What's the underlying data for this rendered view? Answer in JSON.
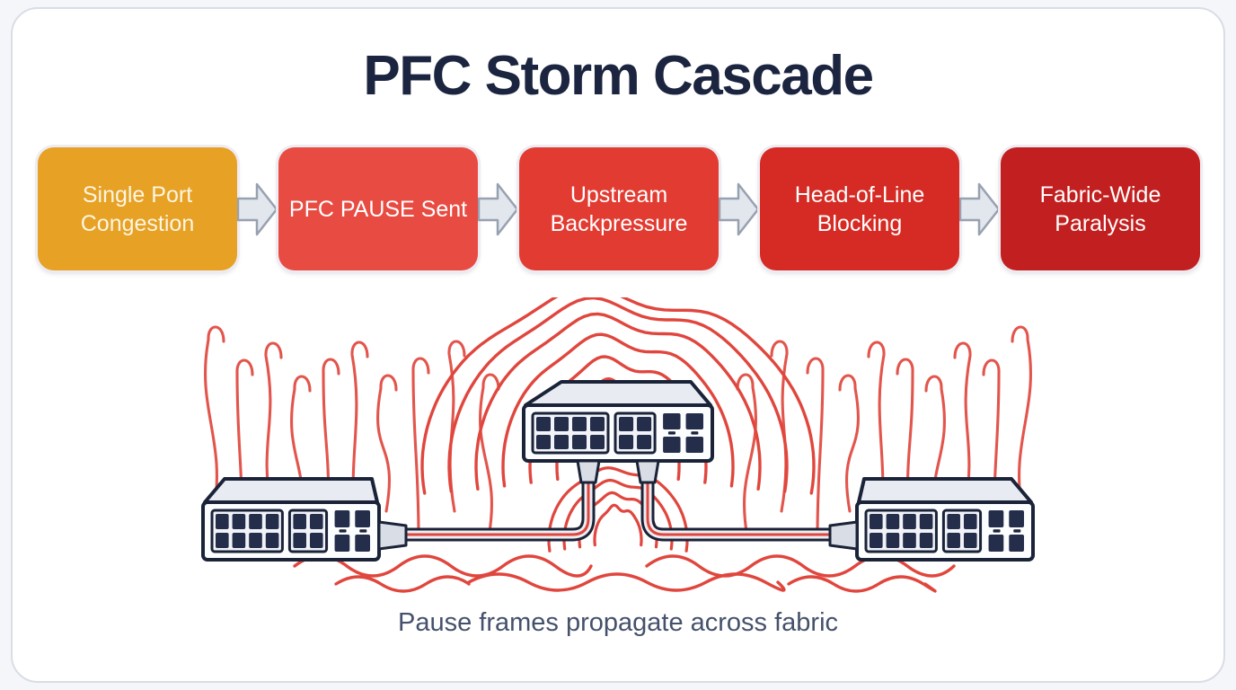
{
  "theme": {
    "background": "#F5F6F9",
    "card_bg": "#FFFFFF",
    "card_border": "#D9DDE4",
    "title_color": "#1C2540",
    "caption_color": "#45516B",
    "storm_red": "#E0463D",
    "arrow_fill": "#E2E6ED",
    "arrow_stroke": "#98A1B0",
    "switch_outline": "#1A2338",
    "switch_top": "#E8EBF2",
    "switch_face": "#FCFDFF",
    "port_color": "#242D4A",
    "cable_inner": "#ECEEF3",
    "connector_gray": "#D9DDE5"
  },
  "header": {
    "title": "PFC Storm Cascade"
  },
  "flow": {
    "steps": [
      {
        "label": "Single Port Congestion",
        "color": "#E7A124",
        "text_color": "#FCF6E3"
      },
      {
        "label": "PFC PAUSE Sent",
        "color": "#E84B42",
        "text_color": "#FFFFFF"
      },
      {
        "label": "Upstream Backpressure",
        "color": "#E23B31",
        "text_color": "#FFFFFF"
      },
      {
        "label": "Head-of-Line Blocking",
        "color": "#D52B24",
        "text_color": "#FFFFFF"
      },
      {
        "label": "Fabric-Wide Paralysis",
        "color": "#C22020",
        "text_color": "#FFFFFF"
      }
    ]
  },
  "illustration": {
    "caption": "Pause frames propagate across fabric",
    "switch_count": 3
  }
}
